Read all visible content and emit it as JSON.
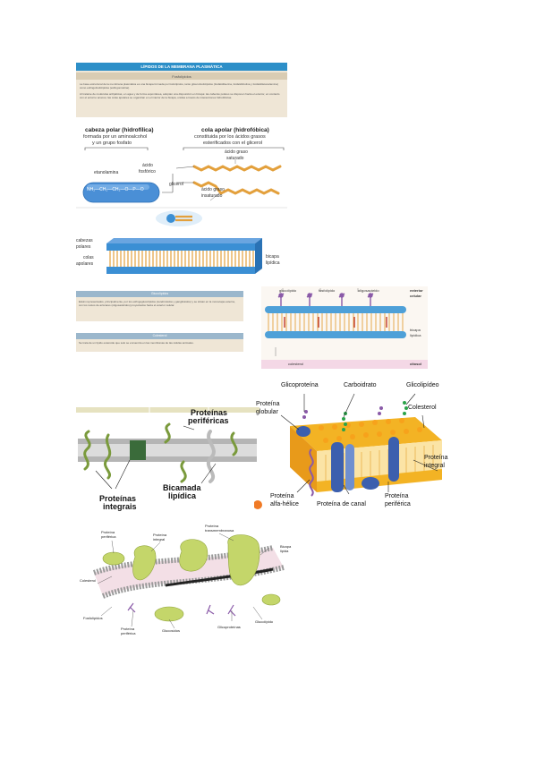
{
  "colors": {
    "header_blue": "#2d8fc8",
    "panel_beige": "#efe6d6",
    "panel_tan": "#e8dcc4",
    "head_blue": "#3b8fd4",
    "tail_orange": "#e3a03c",
    "protein_green": "#b7cf5a",
    "glyco_purple": "#8a5aa8"
  },
  "fig1": {
    "header_title": "LÍPIDOS DE LA MEMBRANA PLASMÁTICA",
    "subheader": "Fosfolípidos",
    "para1": "La base estructural de la membrana plasmática es una bicapa formada por fosfolípidos, tanto glicerofosfolípidos (fosfatidilserina, fosfatidilcolina y fosfatidiletanolamina) como esfingofosfolípidos (esfingomielina).",
    "para2": "Al tratarse de moléculas anfipáticas, en agua y de forma espontánea, adoptan una disposición en bicapa: las cabezas polares se disponen hacia el exterior, en contacto con el entorno acuoso; las colas apolares se organizan en el interior de la bicapa, unidas a través de interacciones hidrofóbicas.",
    "head_title": "cabeza polar (hidrofílica)",
    "head_desc1": "formada por un aminoalcohol",
    "head_desc2": "y un grupo fosfato",
    "tail_title": "cola apolar (hidrofóbica)",
    "tail_desc1": "constituida por los ácidos grasos",
    "tail_desc2": "esterificados con el glicerol",
    "lbl_acido_fosforico": "ácido",
    "lbl_acido_fosforico2": "fosfórico",
    "lbl_etanolamina": "etanolamina",
    "lbl_saturado1": "ácido graso",
    "lbl_saturado2": "saturado",
    "lbl_glicerol": "glicerol",
    "lbl_insaturado1": "ácido graso",
    "lbl_insaturado2": "insaturado",
    "formula": "NH₂—CH₂—CH₂—O—P—O",
    "lbl_cabezas1": "cabezas",
    "lbl_cabezas2": "polares",
    "lbl_colas1": "colas",
    "lbl_colas2": "apolares",
    "lbl_bicapa1": "bicapa",
    "lbl_bicapa2": "lipídica",
    "glico_header": "Glucolípidos",
    "glico_text": "Están representados, principalmente, por los esfingoglucolípidos (cerebrósidos y gangliósidos) y se sitúan en la monocapa externa, con los restos de azúcares (oligosacáridos) proyectados hacia el exterior celular.",
    "col_header": "Colesterol",
    "col_text": "Se trata de un lípido esteroide que solo se encuentra en las membranas de las células animales."
  },
  "fig2": {
    "lbl_glucolipido": "glucolípido",
    "lbl_fosfolipido": "fosfolípido",
    "lbl_oligosacarido": "oligosacárido",
    "lbl_exterior1": "exterior",
    "lbl_exterior2": "celular",
    "lbl_bicapa1": "bicapa",
    "lbl_bicapa2": "lipídica",
    "lbl_colesterol": "colesterol",
    "lbl_citosol": "citosol"
  },
  "fig3": {
    "lbl_perifericas1": "Proteínas",
    "lbl_perifericas2": "periféricas",
    "lbl_integrais1": "Proteínas",
    "lbl_integrais2": "integrais",
    "lbl_bicamada1": "Bicamada",
    "lbl_bicamada2": "lipídica"
  },
  "fig4": {
    "lbl_glicoproteina": "Glicoproteína",
    "lbl_carboidrato": "Carboidrato",
    "lbl_glicolipideo": "Glicolipídeo",
    "lbl_globular1": "Proteína",
    "lbl_globular2": "globular",
    "lbl_colesterol": "Colesterol",
    "lbl_integral1": "Proteína",
    "lbl_integral2": "integral",
    "lbl_alfa1": "Proteína",
    "lbl_alfa2": "alfa-hélice",
    "lbl_canal": "Proteína de canal",
    "lbl_periferica1": "Proteína",
    "lbl_periferica2": "periférica"
  },
  "fig5": {
    "lbl_periferica_tl1": "Proteína",
    "lbl_periferica_tl2": "periférica",
    "lbl_integral1": "Proteína",
    "lbl_integral2": "integral",
    "lbl_transmem1": "Proteína",
    "lbl_transmem2": "transmembranosa",
    "lbl_bicapa1": "Bicapa",
    "lbl_bicapa2": "lipida",
    "lbl_colesterol": "Colesterol",
    "lbl_fosfolipidos": "Fosfolípidos",
    "lbl_glucolipido": "Glucolípido",
    "lbl_periferica_b1": "Proteína",
    "lbl_periferica_b2": "periférica",
    "lbl_glucosidos": "Glucosídos",
    "lbl_glicoproteinas": "Glicoproteínas"
  }
}
